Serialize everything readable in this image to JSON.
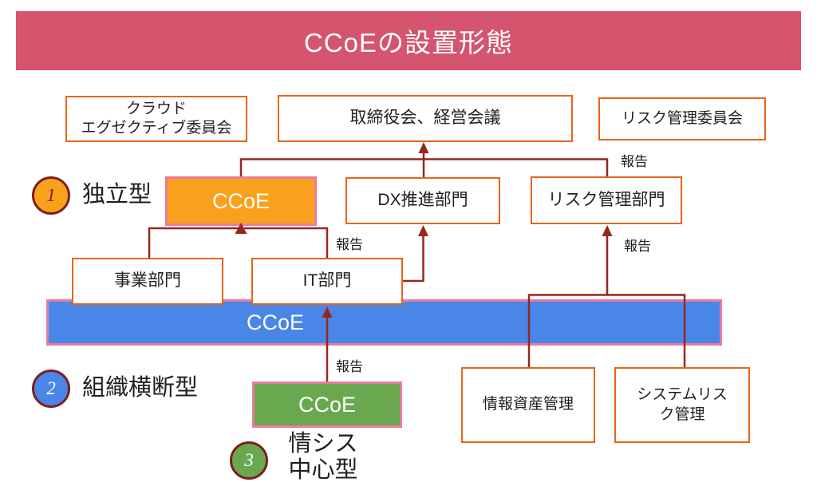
{
  "title": "CCoEの設置形態",
  "committees": {
    "cloud_exec": "クラウド\nエグゼクティブ委員会",
    "board": "取締役会、経営会議",
    "risk": "リスク管理委員会"
  },
  "departments": {
    "dx": "DX推進部門",
    "risk": "リスク管理部門",
    "business": "事業部門",
    "it": "IT部門",
    "info_asset": "情報資産管理",
    "system_risk": "システムリス\nク管理"
  },
  "ccoe": {
    "independent": "CCoE",
    "cross_org": "CCoE",
    "it_centered": "CCoE"
  },
  "types": [
    {
      "num": "1",
      "label": "独立型"
    },
    {
      "num": "2",
      "label": "組織横断型"
    },
    {
      "num": "3",
      "label": "情シス\n中心型"
    }
  ],
  "labels": {
    "report": "報告"
  },
  "colors": {
    "banner": "#d5546e",
    "box_border": "#e8641a",
    "orange": "#f9a11c",
    "pink_border": "#e97b9d",
    "maroon": "#97271e",
    "badge_border": "#7e1f1f",
    "blue": "#4a86e8",
    "green": "#6aa84f",
    "text": "#1f1f1f"
  }
}
